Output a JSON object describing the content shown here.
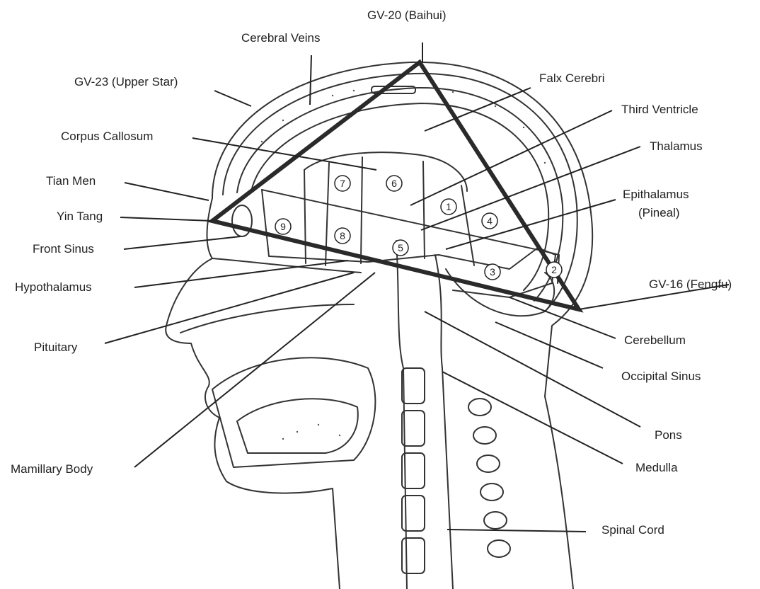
{
  "diagram": {
    "labels": {
      "gv20": "GV-20 (Baihui)",
      "cerebral_veins": "Cerebral Veins",
      "gv23": "GV-23 (Upper Star)",
      "falx_cerebri": "Falx Cerebri",
      "third_ventricle": "Third Ventricle",
      "corpus_callosum": "Corpus Callosum",
      "thalamus": "Thalamus",
      "tian_men": "Tian Men",
      "epithalamus": "Epithalamus",
      "pineal": "(Pineal)",
      "yin_tang": "Yin Tang",
      "front_sinus": "Front Sinus",
      "hypothalamus": "Hypothalamus",
      "gv16": "GV-16 (Fengfu)",
      "pituitary": "Pituitary",
      "cerebellum": "Cerebellum",
      "occipital_sinus": "Occipital Sinus",
      "pons": "Pons",
      "mamillary_body": "Mamillary Body",
      "medulla": "Medulla",
      "spinal_cord": "Spinal Cord"
    },
    "region_numbers": [
      "1",
      "2",
      "3",
      "4",
      "5",
      "6",
      "7",
      "8",
      "9"
    ],
    "colors": {
      "ink": "#222222",
      "paper": "#ffffff",
      "triangle": "#2a2a2a"
    }
  }
}
